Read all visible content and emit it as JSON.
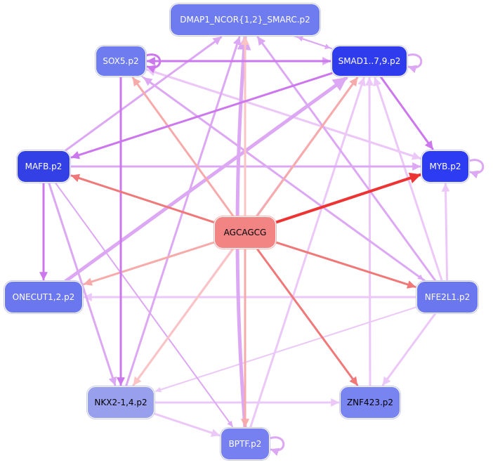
{
  "colors": {
    "strong_red": "#ee3333",
    "red": "#f07878",
    "light_red": "#f7aaaa",
    "pale_red": "#fbc4c4",
    "violet": "#cc77ee",
    "light_violet": "#dda8f3",
    "pale_violet": "#ebc8f7"
  },
  "nodes": [
    {
      "id": "AGCAGCG",
      "label": "AGCAGCG",
      "fill": "#f28484",
      "text_color": "#000000",
      "is_center": true
    },
    {
      "id": "DMAP1",
      "label": "DMAP1_NCOR{1,2}_SMARC.p2",
      "fill": "#6f7cf0",
      "text_color": "#ffffff"
    },
    {
      "id": "SOX5",
      "label": "SOX5.p2",
      "fill": "#6f7cf0",
      "text_color": "#ffffff"
    },
    {
      "id": "SMAD",
      "label": "SMAD1..7,9.p2",
      "fill": "#2f3cee",
      "text_color": "#ffffff"
    },
    {
      "id": "MAFB",
      "label": "MAFB.p2",
      "fill": "#3340e6",
      "text_color": "#ffffff"
    },
    {
      "id": "MYB",
      "label": "MYB.p2",
      "fill": "#2d3bf2",
      "text_color": "#ffffff"
    },
    {
      "id": "ONECUT",
      "label": "ONECUT1,2.p2",
      "fill": "#6b77ee",
      "text_color": "#ffffff"
    },
    {
      "id": "NFE2L1",
      "label": "NFE2L1.p2",
      "fill": "#6b77ee",
      "text_color": "#ffffff"
    },
    {
      "id": "NKX2",
      "label": "NKX2-1,4.p2",
      "fill": "#98a0ee",
      "text_color": "#000000"
    },
    {
      "id": "ZNF423",
      "label": "ZNF423.p2",
      "fill": "#7884f0",
      "text_color": "#000000"
    },
    {
      "id": "BPTF",
      "label": "BPTF.p2",
      "fill": "#7680f0",
      "text_color": "#ffffff"
    }
  ],
  "edges": [
    {
      "from": "AGCAGCG",
      "to": "MYB",
      "color": "strong_red",
      "weight": 4
    },
    {
      "from": "AGCAGCG",
      "to": "MAFB",
      "color": "red",
      "weight": 3
    },
    {
      "from": "AGCAGCG",
      "to": "ZNF423",
      "color": "red",
      "weight": 3
    },
    {
      "from": "AGCAGCG",
      "to": "NFE2L1",
      "color": "red",
      "weight": 3
    },
    {
      "from": "AGCAGCG",
      "to": "SOX5",
      "color": "light_red",
      "weight": 3
    },
    {
      "from": "AGCAGCG",
      "to": "SMAD",
      "color": "light_red",
      "weight": 3
    },
    {
      "from": "AGCAGCG",
      "to": "ONECUT",
      "color": "light_red",
      "weight": 3
    },
    {
      "from": "AGCAGCG",
      "to": "BPTF",
      "color": "light_red",
      "weight": 3
    },
    {
      "from": "AGCAGCG",
      "to": "DMAP1",
      "color": "pale_red",
      "weight": 3
    },
    {
      "from": "AGCAGCG",
      "to": "NKX2",
      "color": "pale_red",
      "weight": 3
    },
    {
      "from": "SOX5",
      "to": "NKX2",
      "color": "violet",
      "weight": 3
    },
    {
      "from": "SMAD",
      "to": "SOX5",
      "color": "violet",
      "weight": 3
    },
    {
      "from": "SMAD",
      "to": "MYB",
      "color": "violet",
      "weight": 3
    },
    {
      "from": "SMAD",
      "to": "MAFB",
      "color": "violet",
      "weight": 3
    },
    {
      "from": "MAFB",
      "to": "ONECUT",
      "color": "violet",
      "weight": 3
    },
    {
      "from": "SOX5",
      "to": "SMAD",
      "color": "light_violet",
      "weight": 3
    },
    {
      "from": "SOX5",
      "to": "MYB",
      "color": "pale_violet",
      "weight": 3
    },
    {
      "from": "SOX5",
      "to": "NFE2L1",
      "color": "light_violet",
      "weight": 2
    },
    {
      "from": "MAFB",
      "to": "DMAP1",
      "color": "light_violet",
      "weight": 3
    },
    {
      "from": "MAFB",
      "to": "MYB",
      "color": "light_violet",
      "weight": 3
    },
    {
      "from": "MAFB",
      "to": "NKX2",
      "color": "light_violet",
      "weight": 3
    },
    {
      "from": "MAFB",
      "to": "BPTF",
      "color": "light_violet",
      "weight": 2
    },
    {
      "from": "DMAP1",
      "to": "SMAD",
      "color": "light_violet",
      "weight": 2
    },
    {
      "from": "SMAD",
      "to": "DMAP1",
      "color": "light_violet",
      "weight": 2
    },
    {
      "from": "BPTF",
      "to": "DMAP1",
      "color": "light_violet",
      "weight": 5,
      "curve": -22
    },
    {
      "from": "BPTF",
      "to": "SMAD",
      "color": "pale_violet",
      "weight": 3
    },
    {
      "from": "ONECUT",
      "to": "SMAD",
      "color": "light_violet",
      "weight": 5
    },
    {
      "from": "NFE2L1",
      "to": "ONECUT",
      "color": "pale_violet",
      "weight": 3
    },
    {
      "from": "NFE2L1",
      "to": "SMAD",
      "color": "pale_violet",
      "weight": 3
    },
    {
      "from": "NFE2L1",
      "to": "MYB",
      "color": "pale_violet",
      "weight": 3
    },
    {
      "from": "NFE2L1",
      "to": "NKX2",
      "color": "pale_violet",
      "weight": 2
    },
    {
      "from": "NFE2L1",
      "to": "ZNF423",
      "color": "pale_violet",
      "weight": 3
    },
    {
      "from": "NFE2L1",
      "to": "DMAP1",
      "color": "light_violet",
      "weight": 3
    },
    {
      "from": "NFE2L1",
      "to": "SOX5",
      "color": "light_violet",
      "weight": 3
    },
    {
      "from": "MYB",
      "to": "SOX5",
      "color": "pale_violet",
      "weight": 3
    },
    {
      "from": "NKX2",
      "to": "ZNF423",
      "color": "pale_violet",
      "weight": 3
    },
    {
      "from": "NKX2",
      "to": "SMAD",
      "color": "pale_violet",
      "weight": 3
    },
    {
      "from": "NKX2",
      "to": "BPTF",
      "color": "pale_violet",
      "weight": 3
    },
    {
      "from": "NKX2",
      "to": "DMAP1",
      "color": "light_violet",
      "weight": 3
    },
    {
      "from": "ZNF423",
      "to": "SMAD",
      "color": "pale_violet",
      "weight": 3
    },
    {
      "from": "SOX5",
      "to": "SOX5",
      "color": "violet",
      "weight": 3,
      "self": true
    },
    {
      "from": "SMAD",
      "to": "SMAD",
      "color": "light_violet",
      "weight": 3,
      "self": true
    },
    {
      "from": "MYB",
      "to": "MYB",
      "color": "light_violet",
      "weight": 3,
      "self": true
    },
    {
      "from": "BPTF",
      "to": "BPTF",
      "color": "light_violet",
      "weight": 3,
      "self": true
    }
  ]
}
